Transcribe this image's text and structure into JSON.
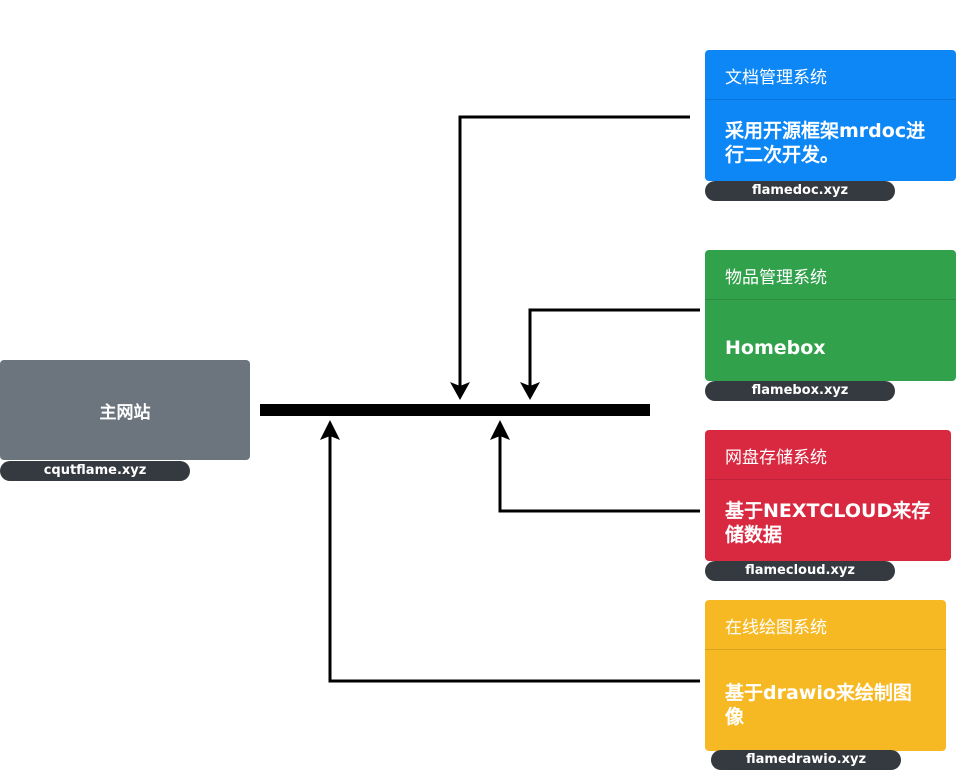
{
  "main_site": {
    "label": "主网站",
    "domain": "cqutflame.xyz",
    "color": "#6c757d"
  },
  "systems": [
    {
      "id": "doc",
      "title": "文档管理系统",
      "body": "采用开源框架mrdoc进行二次开发。",
      "domain": "flamedoc.xyz",
      "color": "#0d87f6"
    },
    {
      "id": "box",
      "title": "物品管理系统",
      "body": "Homebox",
      "domain": "flamebox.xyz",
      "color": "#31a14b"
    },
    {
      "id": "cloud",
      "title": "网盘存储系统",
      "body": "基于NEXTCLOUD来存储数据",
      "domain": "flamecloud.xyz",
      "color": "#d92941"
    },
    {
      "id": "drawio",
      "title": "在线绘图系统",
      "body": "基于drawio来绘制图像",
      "domain": "flamedrawio.xyz",
      "color": "#f7b923"
    }
  ],
  "colors": {
    "bus": "#000000",
    "pill": "#343a40"
  }
}
